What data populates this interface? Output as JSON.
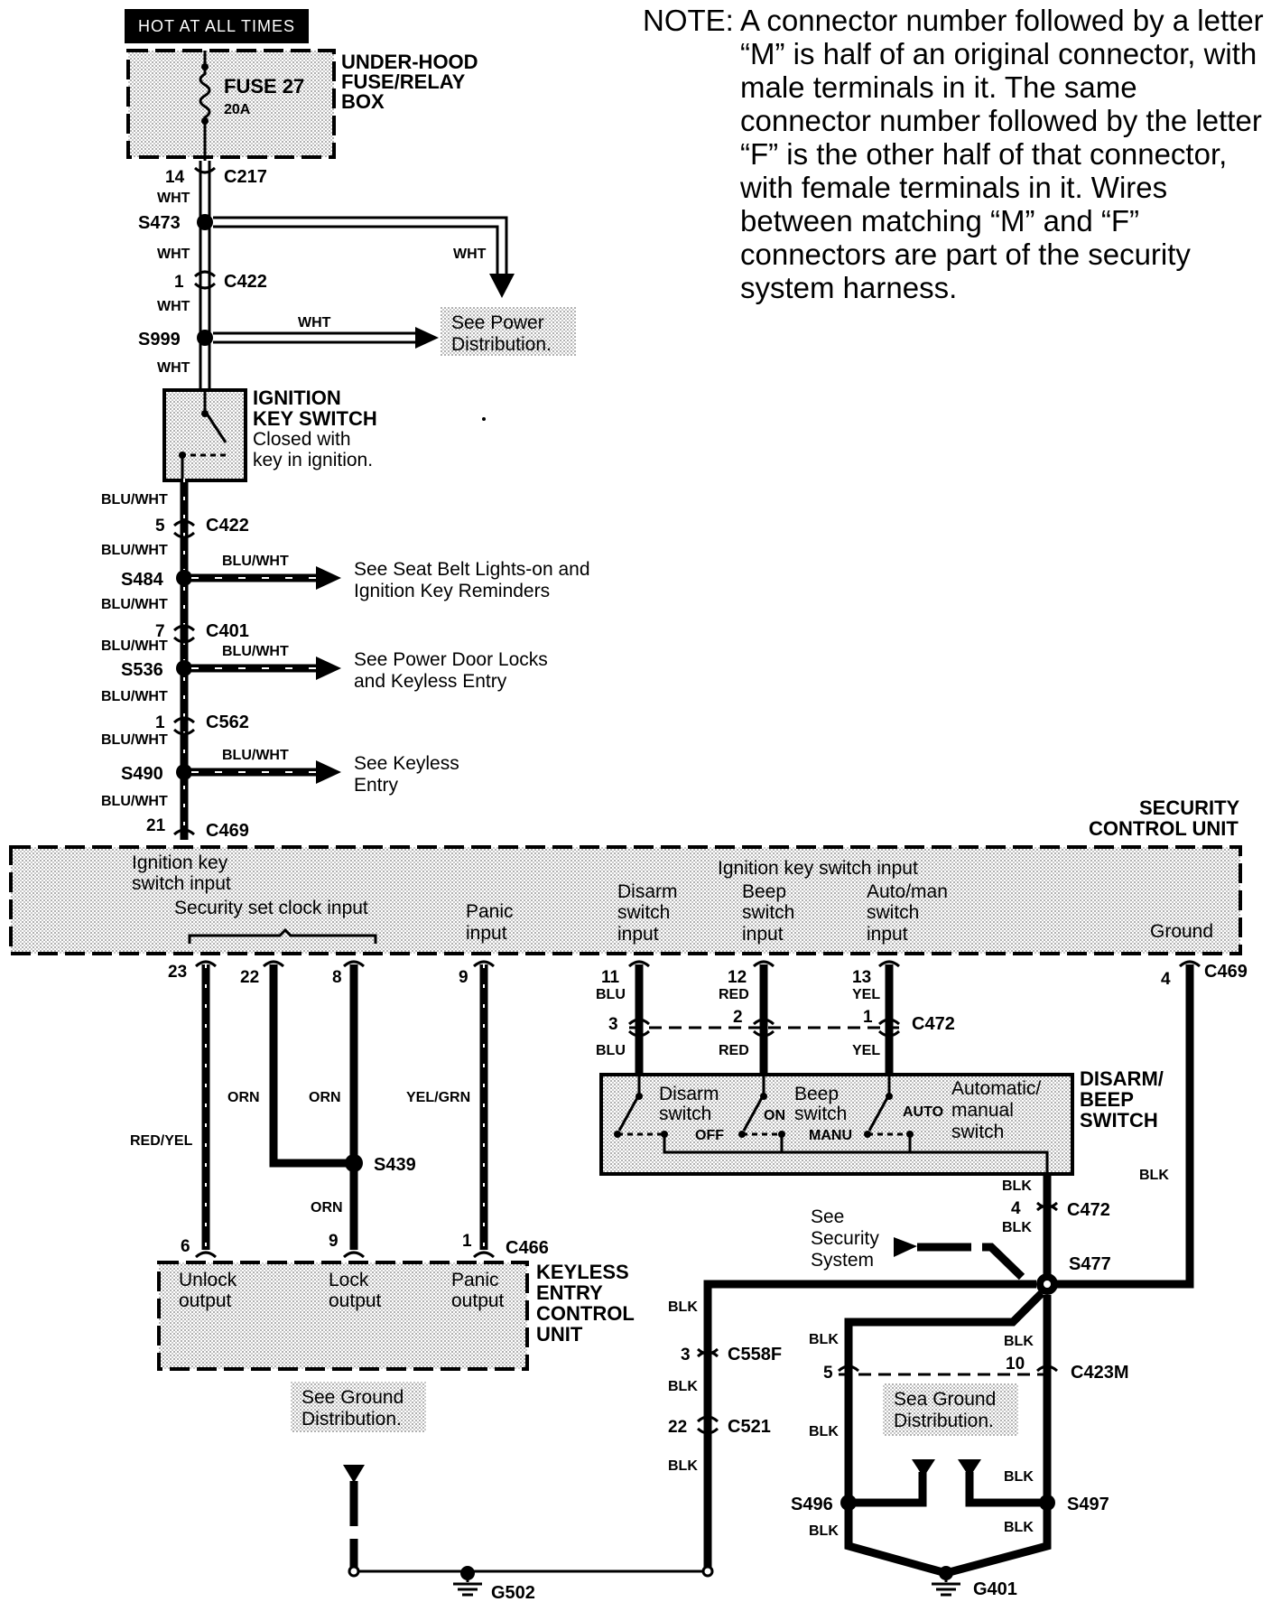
{
  "hot_label": "HOT AT ALL TIMES",
  "note": {
    "label": "NOTE:",
    "text": "A connector number followed by a letter “M” is half of an original connector, with male terminals in it. The same connector number followed by the letter “F” is the other half of that connector, with female terminals in it. Wires between matching “M” and “F” connectors are part of the security system harness."
  },
  "fuse_box": {
    "lines": [
      "UNDER-HOOD",
      "FUSE/RELAY",
      "BOX"
    ],
    "fuse": "FUSE 27",
    "rating": "20A"
  },
  "ignition_switch": {
    "lines": [
      "IGNITION",
      "KEY SWITCH"
    ],
    "desc": [
      "Closed with",
      "key in ignition."
    ]
  },
  "security_unit": {
    "lines": [
      "SECURITY",
      "CONTROL UNIT"
    ],
    "inputs": {
      "ignition_key": [
        "Ignition key",
        "switch input"
      ],
      "security_clock": "Security set clock input",
      "panic": [
        "Panic",
        "input"
      ],
      "ignition_switch_input": "Ignition key switch input",
      "disarm": [
        "Disarm",
        "switch",
        "input"
      ],
      "beep": [
        "Beep",
        "switch",
        "input"
      ],
      "automan": [
        "Auto/man",
        "switch",
        "input"
      ],
      "ground": "Ground"
    }
  },
  "disarm_switch": {
    "lines": [
      "DISARM/",
      "BEEP",
      "SWITCH"
    ],
    "disarm": [
      "Disarm",
      "switch"
    ],
    "beep": [
      "Beep",
      "switch"
    ],
    "auto": [
      "Automatic/",
      "manual",
      "switch"
    ],
    "on": "ON",
    "off": "OFF",
    "manu": "MANU",
    "auto_pos": "AUTO"
  },
  "keyless_unit": {
    "lines": [
      "KEYLESS",
      "ENTRY",
      "CONTROL",
      "UNIT"
    ],
    "unlock": [
      "Unlock",
      "output"
    ],
    "lock": [
      "Lock",
      "output"
    ],
    "panic": [
      "Panic",
      "output"
    ]
  },
  "refs": {
    "power": [
      "See Power",
      "Distribution."
    ],
    "seatbelt": [
      "See Seat Belt Lights-on and",
      "Ignition Key Reminders"
    ],
    "doorlocks": [
      "See Power Door Locks",
      "and Keyless Entry"
    ],
    "keyless": [
      "See Keyless",
      "Entry"
    ],
    "ground1": [
      "See Ground",
      "Distribution."
    ],
    "ground2": [
      "Sea Ground",
      "Distribution."
    ],
    "security": [
      "See",
      "Security",
      "System"
    ]
  },
  "connectors": {
    "C217": "C217",
    "S473": "S473",
    "C422": "C422",
    "S999": "S999",
    "S484": "S484",
    "C401": "C401",
    "S536": "S536",
    "C562": "C562",
    "S490": "S490",
    "C469": "C469",
    "C472": "C472",
    "S439": "S439",
    "C466": "C466",
    "S477": "S477",
    "C558F": "C558F",
    "C423M": "C423M",
    "C521": "C521",
    "S496": "S496",
    "S497": "S497",
    "G401": "G401",
    "G502": "G502"
  },
  "pins": {
    "p14": "14",
    "p1a": "1",
    "p5": "5",
    "p7": "7",
    "p1b": "1",
    "p21": "21",
    "p23": "23",
    "p22": "22",
    "p8": "8",
    "p9": "9",
    "p11": "11",
    "p12": "12",
    "p13": "13",
    "p4": "4",
    "p3": "3",
    "p2": "2",
    "p1c": "1",
    "p6": "6",
    "p9b": "9",
    "p1d": "1",
    "p4b": "4",
    "p3b": "3",
    "p22b": "22",
    "p5b": "5",
    "p10": "10"
  },
  "wires": {
    "wht": "WHT",
    "bluwht": "BLU/WHT",
    "redyel": "RED/YEL",
    "orn": "ORN",
    "yelgrn": "YEL/GRN",
    "blu": "BLU",
    "red": "RED",
    "yel": "YEL",
    "blk": "BLK"
  }
}
